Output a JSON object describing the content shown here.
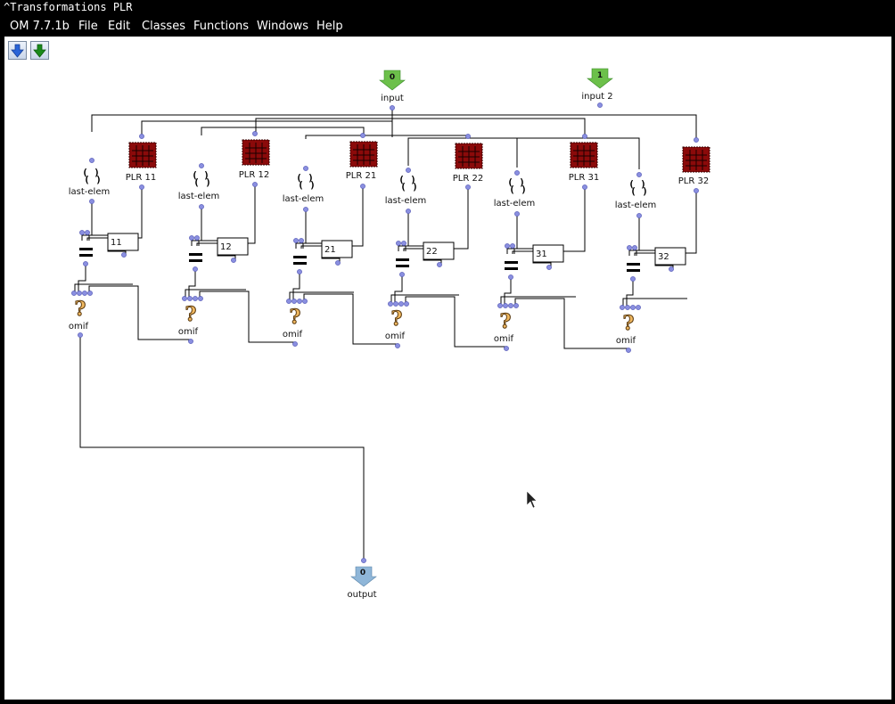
{
  "window": {
    "title": "^Transformations PLR"
  },
  "menu": {
    "items": [
      "OM 7.7.1b",
      "File",
      "Edit",
      "Classes",
      "Functions",
      "Windows",
      "Help"
    ]
  },
  "toolbar": {
    "buttons": [
      {
        "icon": "arrow-down-blue-icon"
      },
      {
        "icon": "arrow-down-green-icon"
      }
    ]
  },
  "inputs": [
    {
      "index": "0",
      "label": "input"
    },
    {
      "index": "1",
      "label": "input 2"
    }
  ],
  "output": {
    "index": "0",
    "label": "output"
  },
  "plr_boxes": [
    "PLR 11",
    "PLR 12",
    "PLR 21",
    "PLR 22",
    "PLR 31",
    "PLR 32"
  ],
  "last_elem_label": "last-elem",
  "constants": [
    "11",
    "12",
    "21",
    "22",
    "31",
    "32"
  ],
  "omif_label": "omif",
  "colors": {
    "input_arrow": "#6cc04a",
    "output_arrow": "#8fb6d8",
    "plr_box": "#8b0a0a"
  }
}
